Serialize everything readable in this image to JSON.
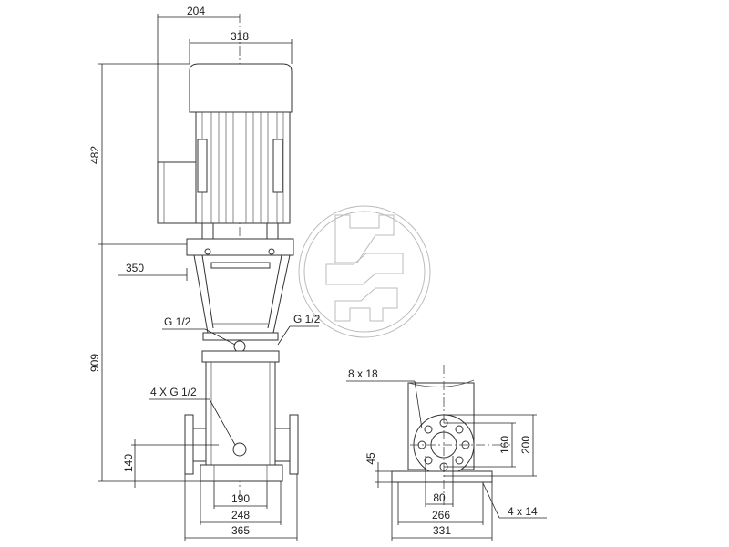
{
  "drawing": {
    "dimensions": {
      "terminal_box_offset": "204",
      "motor_width": "318",
      "motor_height": "482",
      "pump_height": "909",
      "flange_to_shaft": "350",
      "inlet_height": "140",
      "base_inner": "190",
      "base_mid": "248",
      "overall_width": "365",
      "side_flange_holes": "8 x 18",
      "side_bolt_circle": "160",
      "side_flange_dia": "200",
      "side_base_height": "45",
      "side_port": "80",
      "side_base_inner": "266",
      "side_base_overall": "331",
      "side_base_holes": "4 x 14"
    },
    "callouts": {
      "left_port": "G 1/2",
      "right_port": "G 1/2",
      "drain_ports": "4 X G 1/2"
    },
    "watermark": "logo-watermark",
    "colors": {
      "line": "#333333",
      "watermark": "#bbbbbb"
    }
  }
}
